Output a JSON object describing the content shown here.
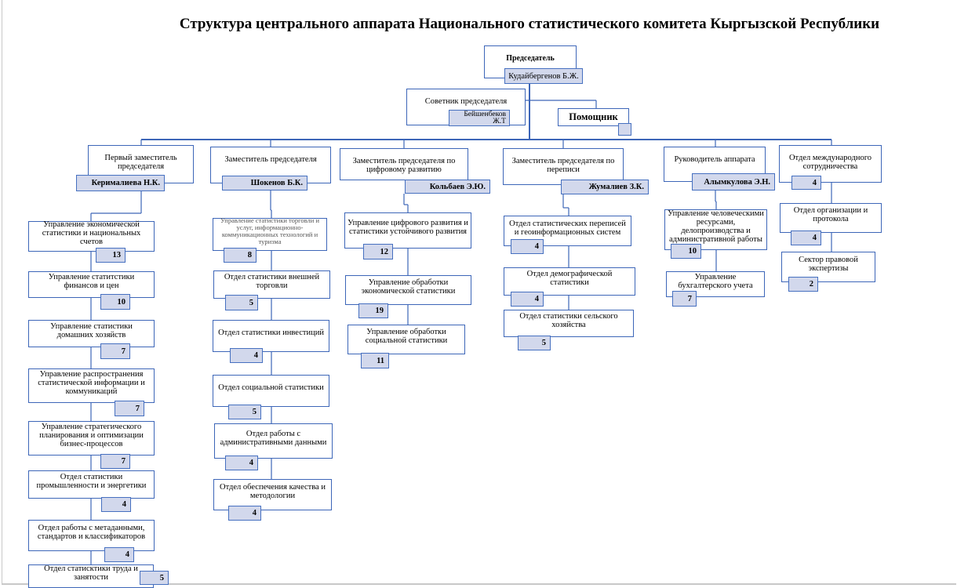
{
  "title": "Структура центрального аппарата Национального статистического комитета Кыргызской Республики",
  "chairman": {
    "title": "Председатель",
    "name": "Кудайбергенов Б.Ж."
  },
  "advisor": {
    "title": "Советник председателя",
    "name": "Бейшенбеков Ж.Т"
  },
  "assistant": {
    "title": "Помощник"
  },
  "deputies": [
    {
      "title": "Первый заместитель председателя",
      "name": "Керималиева Н.К.",
      "units": [
        {
          "name": "Управление экономической статистики и национальных счетов",
          "count": "13"
        },
        {
          "name": "Управление статитстики финансов и цен",
          "count": "10"
        },
        {
          "name": "Управление статистики домашних хозяйств",
          "count": "7"
        },
        {
          "name": "Управление распространения статистической информации и коммуникаций",
          "count": "7"
        },
        {
          "name": "Управление стратегического планирования и оптимизации бизнес-процессов",
          "count": "7"
        },
        {
          "name": "Отдел статистики промышленности и энергетики",
          "count": "4"
        },
        {
          "name": "Отдел работы с метаданными, стандартов и классификаторов",
          "count": "4"
        },
        {
          "name": "Отдел статисктики труда и занятости",
          "count": "5"
        }
      ]
    },
    {
      "title": "Заместитель председателя",
      "name": "Шокенов Б.К.",
      "units": [
        {
          "name": "Управление статистики торговли и услуг, информационно-коммуникационных технологий и туризма",
          "count": "8"
        },
        {
          "name": "Отдел статистики внешней торговли",
          "count": "5"
        },
        {
          "name": "Отдел статистики инвестиций",
          "count": "4"
        },
        {
          "name": "Отдел социальной статистики",
          "count": "5"
        },
        {
          "name": "Отдел работы с административными данными",
          "count": "4"
        },
        {
          "name": "Отдел обеспечения качества и методологии",
          "count": "4"
        }
      ]
    },
    {
      "title": "Заместитель председателя по цифровому развитию",
      "name": "Кольбаев Э.Ю.",
      "units": [
        {
          "name": "Управление  цифрового развития и статистики устойчивого развития",
          "count": "12"
        },
        {
          "name": "Управление обработки экономической статистики",
          "count": "19"
        },
        {
          "name": "Управление обработки социальной статистики",
          "count": "11"
        }
      ]
    },
    {
      "title": "Заместитель председателя по переписи",
      "name": "Жумалиев З.К.",
      "units": [
        {
          "name": "Отдел статистических переписей и геоинформационных систем",
          "count": "4"
        },
        {
          "name": "Отдел демографической статистики",
          "count": "4"
        },
        {
          "name": "Отдел статистики сельского хозяйства",
          "count": "5"
        }
      ]
    },
    {
      "title": "Руководитель аппарата",
      "name": "Алымкулова Э.Н.",
      "units": [
        {
          "name": "Управление человеческими ресурсами, делопроизводства и административной работы",
          "count": "10"
        },
        {
          "name": "Управление бухгалтерского учета",
          "count": "7"
        }
      ]
    },
    {
      "title": "Отдел международного сотрудничества",
      "name": "4",
      "units": [
        {
          "name": "Отдел организации и протокола",
          "count": "4"
        },
        {
          "name": "Сектор правовой экспертизы",
          "count": "2"
        }
      ]
    }
  ],
  "colors": {
    "border": "#3d66b8",
    "tag_fill": "#d2d8ec"
  }
}
